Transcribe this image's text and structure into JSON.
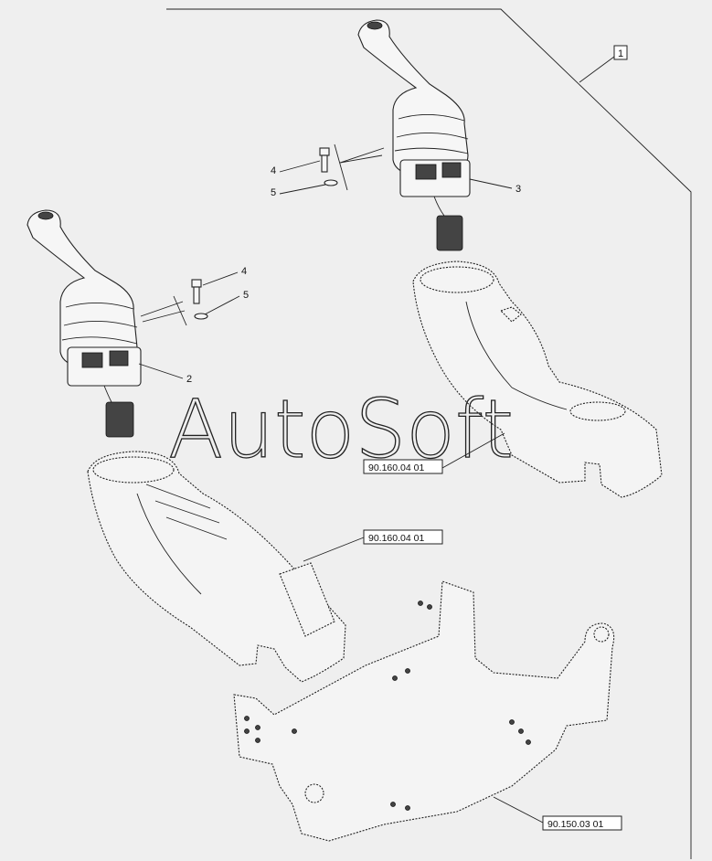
{
  "watermark": "AutoSoft",
  "callouts": {
    "assembly_1": "1",
    "left_joystick": "2",
    "right_joystick": "3",
    "bolt_upper": "4",
    "washer_upper": "5",
    "bolt_lower": "4",
    "washer_lower": "5"
  },
  "references": {
    "right_console": "90.160.04 01",
    "left_console": "90.160.04 01",
    "mounting_plate": "90.150.03 01"
  }
}
